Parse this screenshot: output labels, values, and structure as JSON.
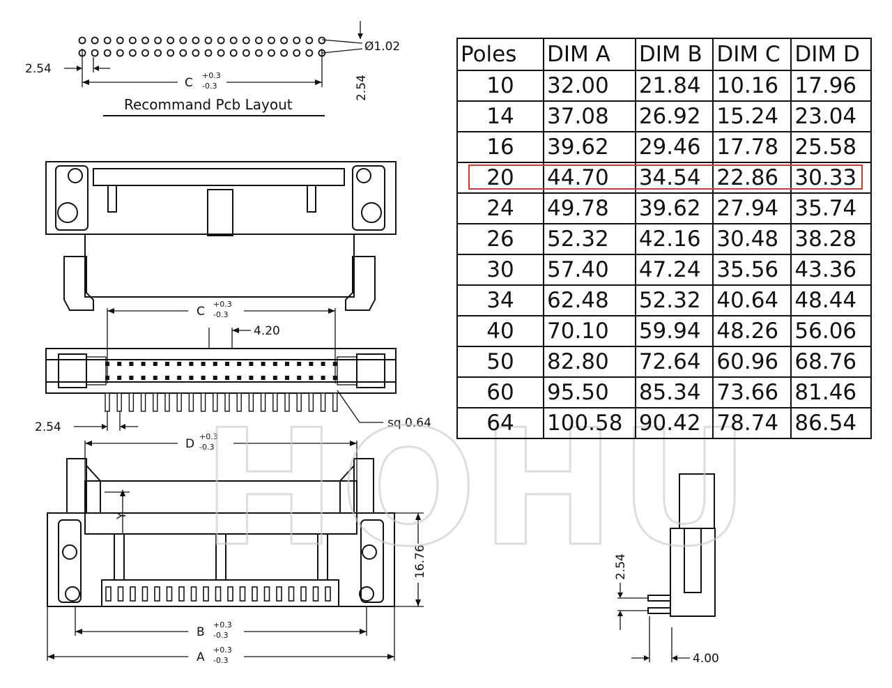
{
  "watermark": "HOHU",
  "pcb_layout": {
    "title": "Recommand Pcb Layout",
    "pitch_h": "2.54",
    "pitch_v": "2.54",
    "hole_dia": "Ø1.02",
    "dim_c": "C",
    "tol_plus": "+0.3",
    "tol_minus": "-0.3"
  },
  "top_view": {
    "dim_c": "C",
    "tol_plus": "+0.3",
    "tol_minus": "-0.3",
    "offset": "4.20",
    "pitch": "2.54",
    "pin_size": "sq 0.64"
  },
  "front_view": {
    "dim_d": "D",
    "dim_y": "Y",
    "dim_b": "B",
    "dim_a": "A",
    "height": "16.76",
    "tol_plus": "+0.3",
    "tol_minus": "-0.3"
  },
  "side_view": {
    "pitch": "2.54",
    "length": "4.00"
  },
  "table": {
    "headers": [
      "Poles",
      "DIM A",
      "DIM B",
      "DIM C",
      "DIM D"
    ],
    "rows": [
      [
        "10",
        "32.00",
        "21.84",
        "10.16",
        "17.96"
      ],
      [
        "14",
        "37.08",
        "26.92",
        "15.24",
        "23.04"
      ],
      [
        "16",
        "39.62",
        "29.46",
        "17.78",
        "25.58"
      ],
      [
        "20",
        "44.70",
        "34.54",
        "22.86",
        "30.33"
      ],
      [
        "24",
        "49.78",
        "39.62",
        "27.94",
        "35.74"
      ],
      [
        "26",
        "52.32",
        "42.16",
        "30.48",
        "38.28"
      ],
      [
        "30",
        "57.40",
        "47.24",
        "35.56",
        "43.36"
      ],
      [
        "34",
        "62.48",
        "52.32",
        "40.64",
        "48.44"
      ],
      [
        "40",
        "70.10",
        "59.94",
        "48.26",
        "56.06"
      ],
      [
        "50",
        "82.80",
        "72.64",
        "60.96",
        "68.76"
      ],
      [
        "60",
        "95.50",
        "85.34",
        "73.66",
        "81.46"
      ],
      [
        "64",
        "100.58",
        "90.42",
        "78.74",
        "86.54"
      ]
    ],
    "highlight_row": 3,
    "highlight_color": "#d9362e"
  }
}
